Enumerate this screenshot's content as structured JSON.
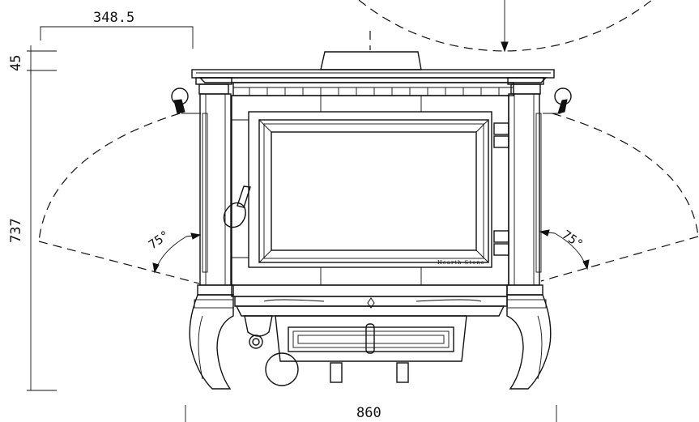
{
  "dimensions": {
    "top_offset": "348.5",
    "top_gap": "45",
    "height": "737",
    "width": "860"
  },
  "angles": {
    "left": "75°",
    "right": "75°"
  },
  "door_label": "Hearth Stone"
}
